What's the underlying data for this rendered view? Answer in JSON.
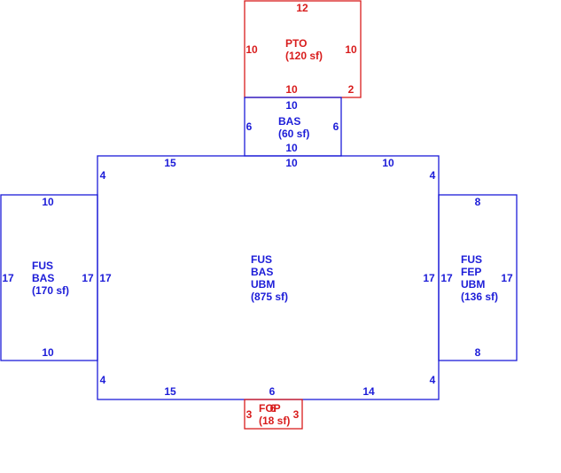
{
  "colors": {
    "blue": "#1c1cd8",
    "red": "#d81c1c"
  },
  "pto": {
    "labels": [
      "PTO",
      "(120 sf)"
    ],
    "top": "12",
    "left": "10",
    "right": "10",
    "bottom": "10",
    "bottom_right": "2"
  },
  "bas_top": {
    "labels": [
      "BAS",
      "(60 sf)"
    ],
    "top": "10",
    "left": "6",
    "right": "6",
    "bottom": "10"
  },
  "main": {
    "labels": [
      "FUS",
      "BAS",
      "UBM",
      "(875 sf)"
    ],
    "top_left": "15",
    "top_mid": "10",
    "top_right": "10",
    "left_upper": "4",
    "right_upper": "4",
    "left_side": "17",
    "right_side": "17",
    "left_lower": "4",
    "right_lower": "4",
    "bottom_left": "15",
    "bottom_mid": "6",
    "bottom_right": "14"
  },
  "left_wing": {
    "labels": [
      "FUS",
      "BAS",
      "(170 sf)"
    ],
    "top": "10",
    "bottom": "10",
    "left": "17",
    "right": "17"
  },
  "right_wing": {
    "labels": [
      "FUS",
      "FEP",
      "UBM",
      "(136 sf)"
    ],
    "top": "8",
    "bottom": "8",
    "left": "17",
    "right": "17"
  },
  "fop": {
    "labels": [
      "FOP",
      "(18 sf)"
    ],
    "top": "6",
    "left": "3",
    "right": "3"
  }
}
